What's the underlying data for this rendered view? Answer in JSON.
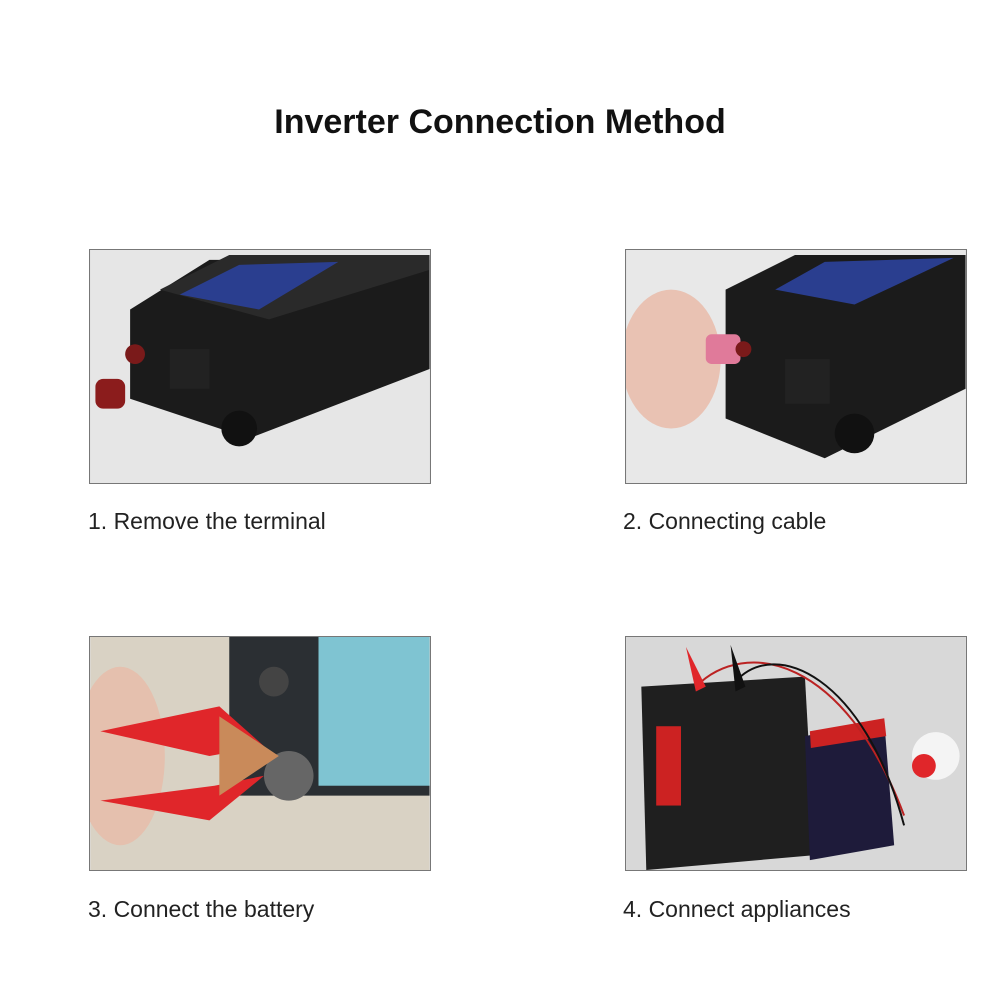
{
  "title": "Inverter Connection Method",
  "steps": [
    {
      "caption": "1. Remove the terminal"
    },
    {
      "caption": "2. Connecting cable"
    },
    {
      "caption": "3. Connect the battery"
    },
    {
      "caption": "4. Connect appliances"
    }
  ],
  "colors": {
    "inverter_body": "#1a1a1a",
    "clamp_red": "#e0262a",
    "terminal_red": "#8b1c1c"
  }
}
